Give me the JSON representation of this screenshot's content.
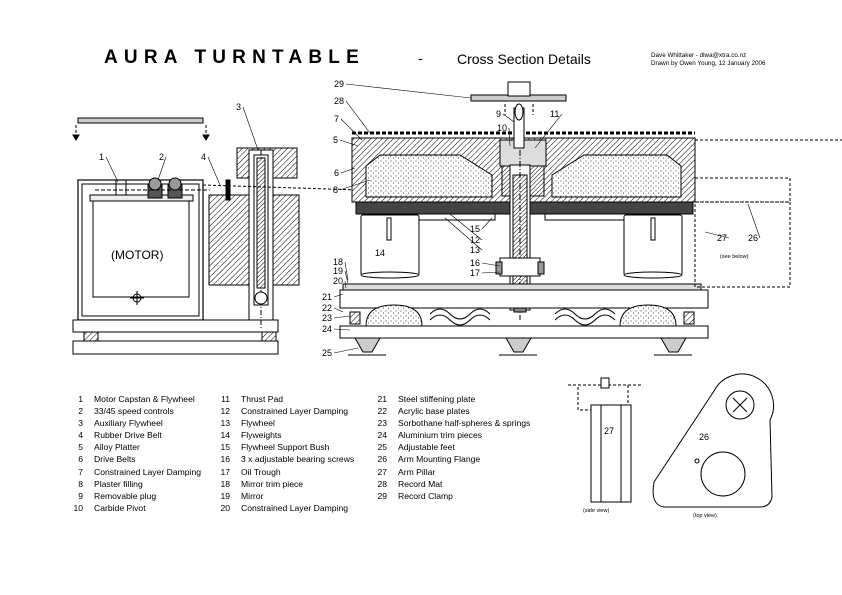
{
  "title": "AURA TURNTABLE",
  "dash": "-",
  "subtitle": "Cross Section Details",
  "credits": [
    "Dave Whittaker - dlwa@xtra.co.nz",
    "Drawn by Owen Young, 12 January 2006"
  ],
  "diagram_text": {
    "motor": "(MOTOR)",
    "flyweight_label": "14",
    "see_below": "(see below)",
    "arm_pillar_label": "27",
    "flange_label": "26",
    "side_view": "(side view)",
    "top_view": "(top view)"
  },
  "callouts": [
    "1",
    "2",
    "3",
    "4",
    "5",
    "6",
    "7",
    "8",
    "9",
    "10",
    "11",
    "12",
    "13",
    "15",
    "16",
    "17",
    "18",
    "19",
    "20",
    "21",
    "22",
    "23",
    "24",
    "25",
    "26",
    "27",
    "28",
    "29"
  ],
  "legend": [
    {
      "num": "1",
      "text": "Motor Capstan & Flywheel"
    },
    {
      "num": "2",
      "text": "33/45 speed controls"
    },
    {
      "num": "3",
      "text": "Auxiliary Flywheel"
    },
    {
      "num": "4",
      "text": "Rubber Drive Belt"
    },
    {
      "num": "5",
      "text": "Alloy Platter"
    },
    {
      "num": "6",
      "text": "Drive Belts"
    },
    {
      "num": "7",
      "text": "Constrained Layer Damping"
    },
    {
      "num": "8",
      "text": "Plaster filling"
    },
    {
      "num": "9",
      "text": "Removable plug"
    },
    {
      "num": "10",
      "text": "Carbide Pivot"
    },
    {
      "num": "11",
      "text": "Thrust Pad"
    },
    {
      "num": "12",
      "text": "Constrained Layer Damping"
    },
    {
      "num": "13",
      "text": "Flywheel"
    },
    {
      "num": "14",
      "text": "Flyweights"
    },
    {
      "num": "15",
      "text": "Flywheel Support Bush"
    },
    {
      "num": "16",
      "text": "3 x adjustable bearing screws"
    },
    {
      "num": "17",
      "text": "Oil Trough"
    },
    {
      "num": "18",
      "text": "Mirror trim piece"
    },
    {
      "num": "19",
      "text": "Mirror"
    },
    {
      "num": "20",
      "text": "Constrained Layer Damping"
    },
    {
      "num": "21",
      "text": "Steel stiffening plate"
    },
    {
      "num": "22",
      "text": "Acrylic base plates"
    },
    {
      "num": "23",
      "text": "Sorbothane half-spheres & springs"
    },
    {
      "num": "24",
      "text": "Aluminium trim pieces"
    },
    {
      "num": "25",
      "text": "Adjustable feet"
    },
    {
      "num": "26",
      "text": "Arm Mounting Flange"
    },
    {
      "num": "27",
      "text": "Arm Pillar"
    },
    {
      "num": "28",
      "text": "Record Mat"
    },
    {
      "num": "29",
      "text": "Record Clamp"
    }
  ]
}
